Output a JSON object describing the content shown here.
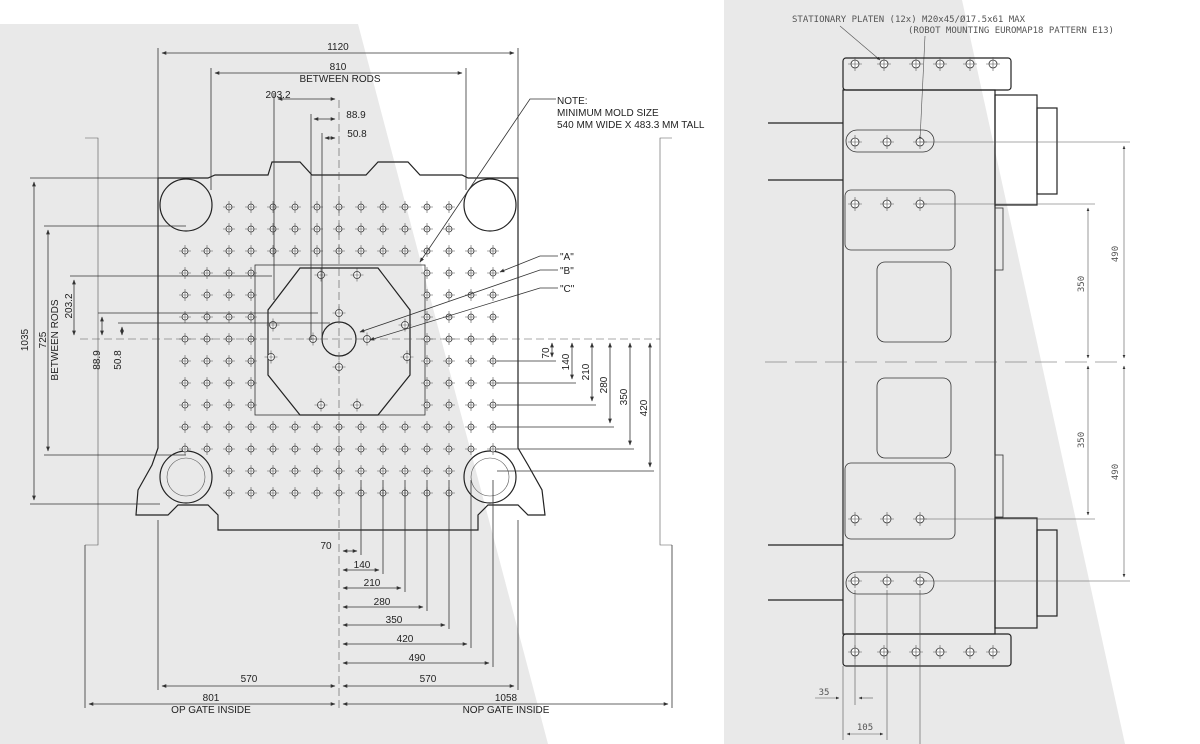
{
  "front_view": {
    "dims": {
      "overall_width": "1120",
      "between_rods_width": "810",
      "between_rods_label": "BETWEEN RODS",
      "top_203": "203.2",
      "top_88": "88.9",
      "top_50": "50.8",
      "overall_height": "1035",
      "between_rods_height": "725",
      "between_rods_vert_label": "BETWEEN RODS",
      "left_203": "203.2",
      "left_88": "88.9",
      "left_50": "50.8",
      "right_70": "70",
      "right_140": "140",
      "right_210": "210",
      "right_280": "280",
      "right_350": "350",
      "right_420": "420",
      "bottom_70": "70",
      "bottom_140": "140",
      "bottom_210": "210",
      "bottom_280": "280",
      "bottom_350": "350",
      "bottom_420": "420",
      "bottom_490": "490",
      "bottom_570_left": "570",
      "bottom_570_right": "570",
      "op_gate": "801",
      "op_gate_label": "OP GATE INSIDE",
      "nop_gate": "1058",
      "nop_gate_label": "NOP GATE INSIDE"
    },
    "note": {
      "line1": "NOTE:",
      "line2": "MINIMUM MOLD SIZE",
      "line3": "540 MM WIDE X 483.3  MM TALL"
    },
    "callouts": {
      "a": "\"A\"",
      "b": "\"B\"",
      "c": "\"C\""
    }
  },
  "side_view": {
    "title_line1": "STATIONARY PLATEN  (12x) M20x45/Ø17.5x61 MAX",
    "title_line2": "(ROBOT MOUNTING EUROMAP18 PATTERN E13)",
    "dims": {
      "d490_top": "490",
      "d350_top": "350",
      "d350_bottom": "350",
      "d490_bottom": "490",
      "d35": "35",
      "d105": "105"
    }
  }
}
